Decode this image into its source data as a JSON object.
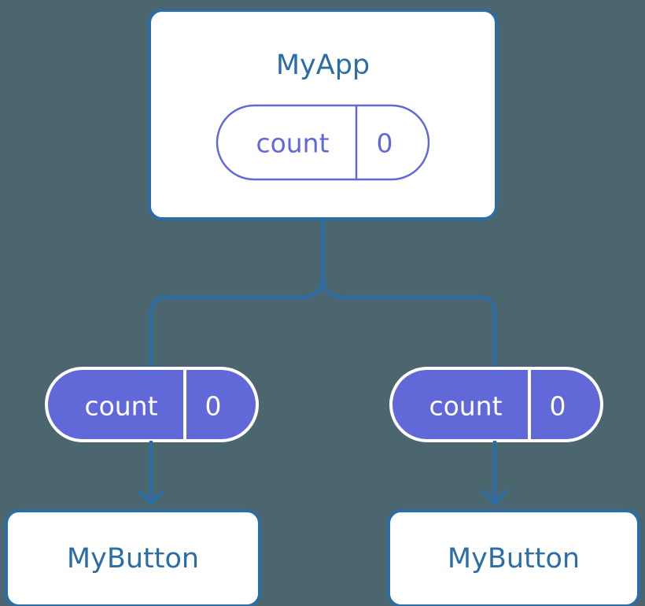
{
  "diagram": {
    "type": "component-tree",
    "background_color": "#4c6670",
    "accent_color": "#2b6da4",
    "state_color": "#6169d8",
    "root": {
      "id": "myapp",
      "label": "MyApp",
      "state": {
        "key": "count",
        "value": "0"
      }
    },
    "branches": [
      {
        "id": "left",
        "prop": {
          "key": "count",
          "value": "0"
        },
        "child": {
          "id": "mybutton-left",
          "label": "MyButton"
        }
      },
      {
        "id": "right",
        "prop": {
          "key": "count",
          "value": "0"
        },
        "child": {
          "id": "mybutton-right",
          "label": "MyButton"
        }
      }
    ],
    "icons": {
      "arrow": "arrow-down-icon",
      "fork": "fork-connector-icon"
    }
  }
}
